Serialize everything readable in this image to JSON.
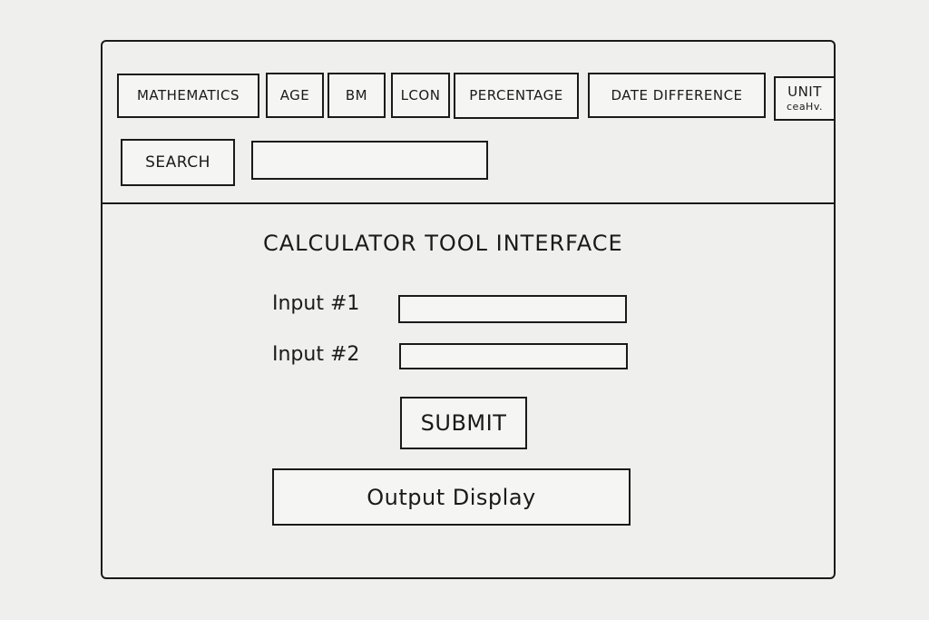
{
  "tabs": [
    {
      "label": "MATHEMATICS"
    },
    {
      "label": "AGE"
    },
    {
      "label": "BM"
    },
    {
      "label": "LCON"
    },
    {
      "label": "PERCENTAGE"
    },
    {
      "label": "DATE DIFFERENCE"
    },
    {
      "label": "UNIT",
      "sub": "ceaHv."
    }
  ],
  "search": {
    "button": "SEARCH",
    "value": ""
  },
  "main": {
    "title": "CALCULATOR TOOL INTERFACE",
    "input1_label": "Input #1",
    "input1_value": "",
    "input2_label": "Input #2",
    "input2_value": "",
    "submit": "SUBMIT",
    "output": "Output Display"
  }
}
